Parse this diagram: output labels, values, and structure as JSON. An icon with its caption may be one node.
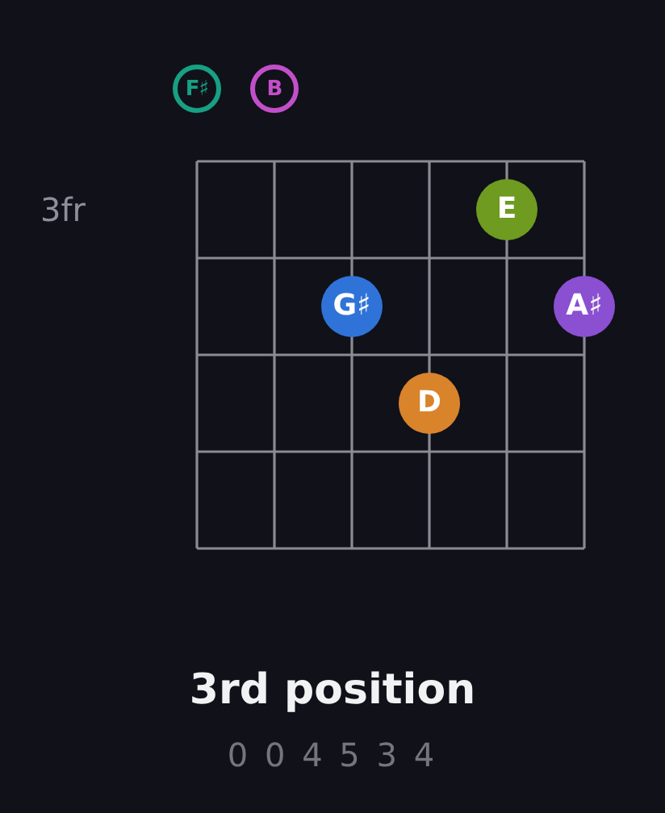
{
  "diagram": {
    "title": "3rd position",
    "nodes": [
      {
        "text": [
          "F♯"
        ]
      },
      {
        "text": [
          "B"
        ]
      },
      {
        "text": [
          "E"
        ]
      },
      {
        "text": [
          "G♯"
        ]
      },
      {
        "text": [
          "A♯"
        ]
      },
      {
        "text": [
          "D"
        ]
      }
    ],
    "labels": [
      "3fr",
      "0 0 4 5 3 4"
    ]
  }
}
